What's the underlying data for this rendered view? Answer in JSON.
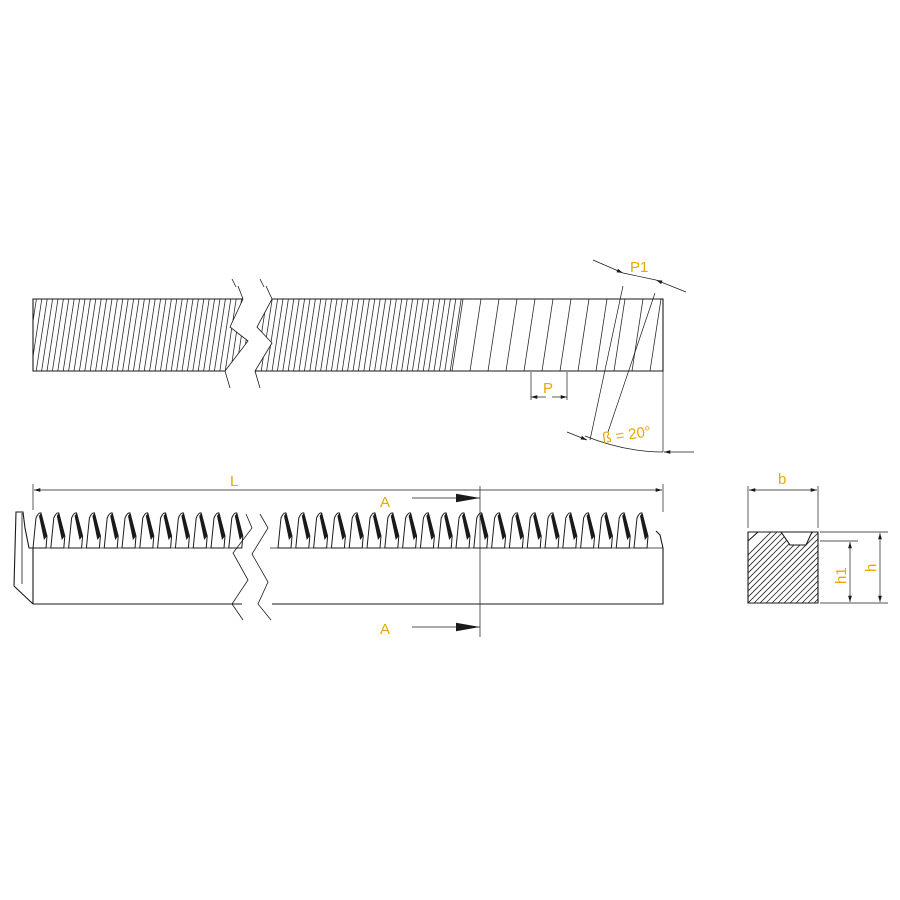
{
  "colors": {
    "line": "#1a1a1a",
    "label": "#e8a800",
    "background": "#ffffff"
  },
  "labels": {
    "normal_pitch": "P1",
    "transverse_pitch": "P",
    "helix_angle": "ß = 20°",
    "length": "L",
    "section_top": "A",
    "section_bottom": "A",
    "width": "b",
    "tooth_base_height": "h1",
    "height": "h"
  }
}
